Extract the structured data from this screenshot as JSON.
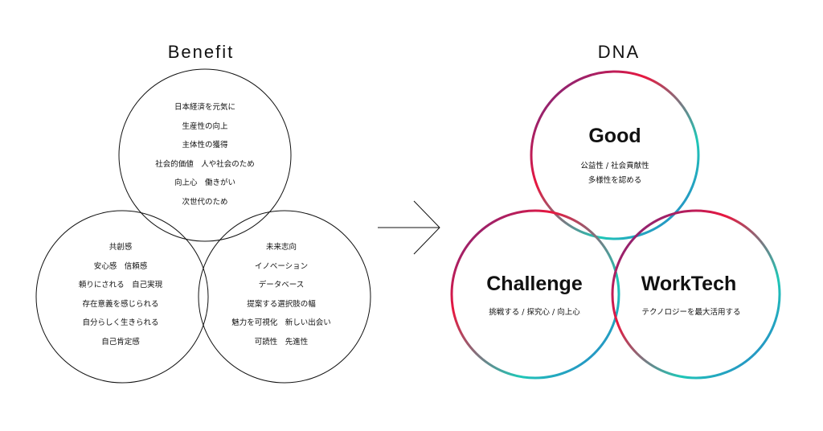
{
  "benefit": {
    "title": "Benefit",
    "top_items": [
      "日本経済を元気に",
      "生産性の向上",
      "主体性の獲得",
      "社会的価値　人や社会のため",
      "向上心　働きがい",
      "次世代のため"
    ],
    "left_items": [
      "共創感",
      "安心感　信頼感",
      "頼りにされる　自己実現",
      "存在意義を感じられる",
      "自分らしく生きられる",
      "自己肯定感"
    ],
    "right_items": [
      "未来志向",
      "イノベーション",
      "データベース",
      "提案する選択肢の幅",
      "魅力を可視化　新しい出会い",
      "可読性　先進性"
    ]
  },
  "dna": {
    "title": "DNA",
    "good": {
      "label": "Good",
      "lines": [
        "公益性 / 社会貢献性",
        "多様性を認める"
      ]
    },
    "challenge": {
      "label": "Challenge",
      "lines": [
        "挑戦する / 探究心 / 向上心"
      ]
    },
    "worktech": {
      "label": "WorkTech",
      "lines": [
        "テクノロジーを最大活用する"
      ]
    }
  },
  "colors": {
    "outline": "#111111",
    "gradient_red": "#e8173f",
    "gradient_purple": "#5a2a8f",
    "gradient_teal": "#1fc7b6",
    "gradient_blue": "#2a6fd0"
  },
  "icons": {
    "arrow": "arrow-right-icon"
  }
}
